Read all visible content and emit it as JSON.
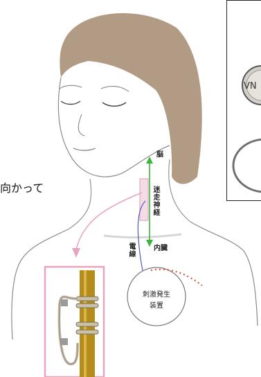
{
  "edge_text": "向かって",
  "labels": {
    "brain": "脳",
    "vagus_nerve": "迷走神経",
    "organs": "内臓",
    "lead_wire": "電線",
    "stimulator_line1": "刺激発生",
    "stimulator_line2": "装置"
  },
  "inset": {
    "device_badge": "VN"
  },
  "colors": {
    "hair": "#a48a6e",
    "skin_line": "#8a8a8a",
    "arrow": "#3cb43c",
    "pink": "#e7a3bf",
    "nerve_rod": "#b58b1a",
    "wire": "#4a5bb8",
    "dots": "#e0533c"
  }
}
